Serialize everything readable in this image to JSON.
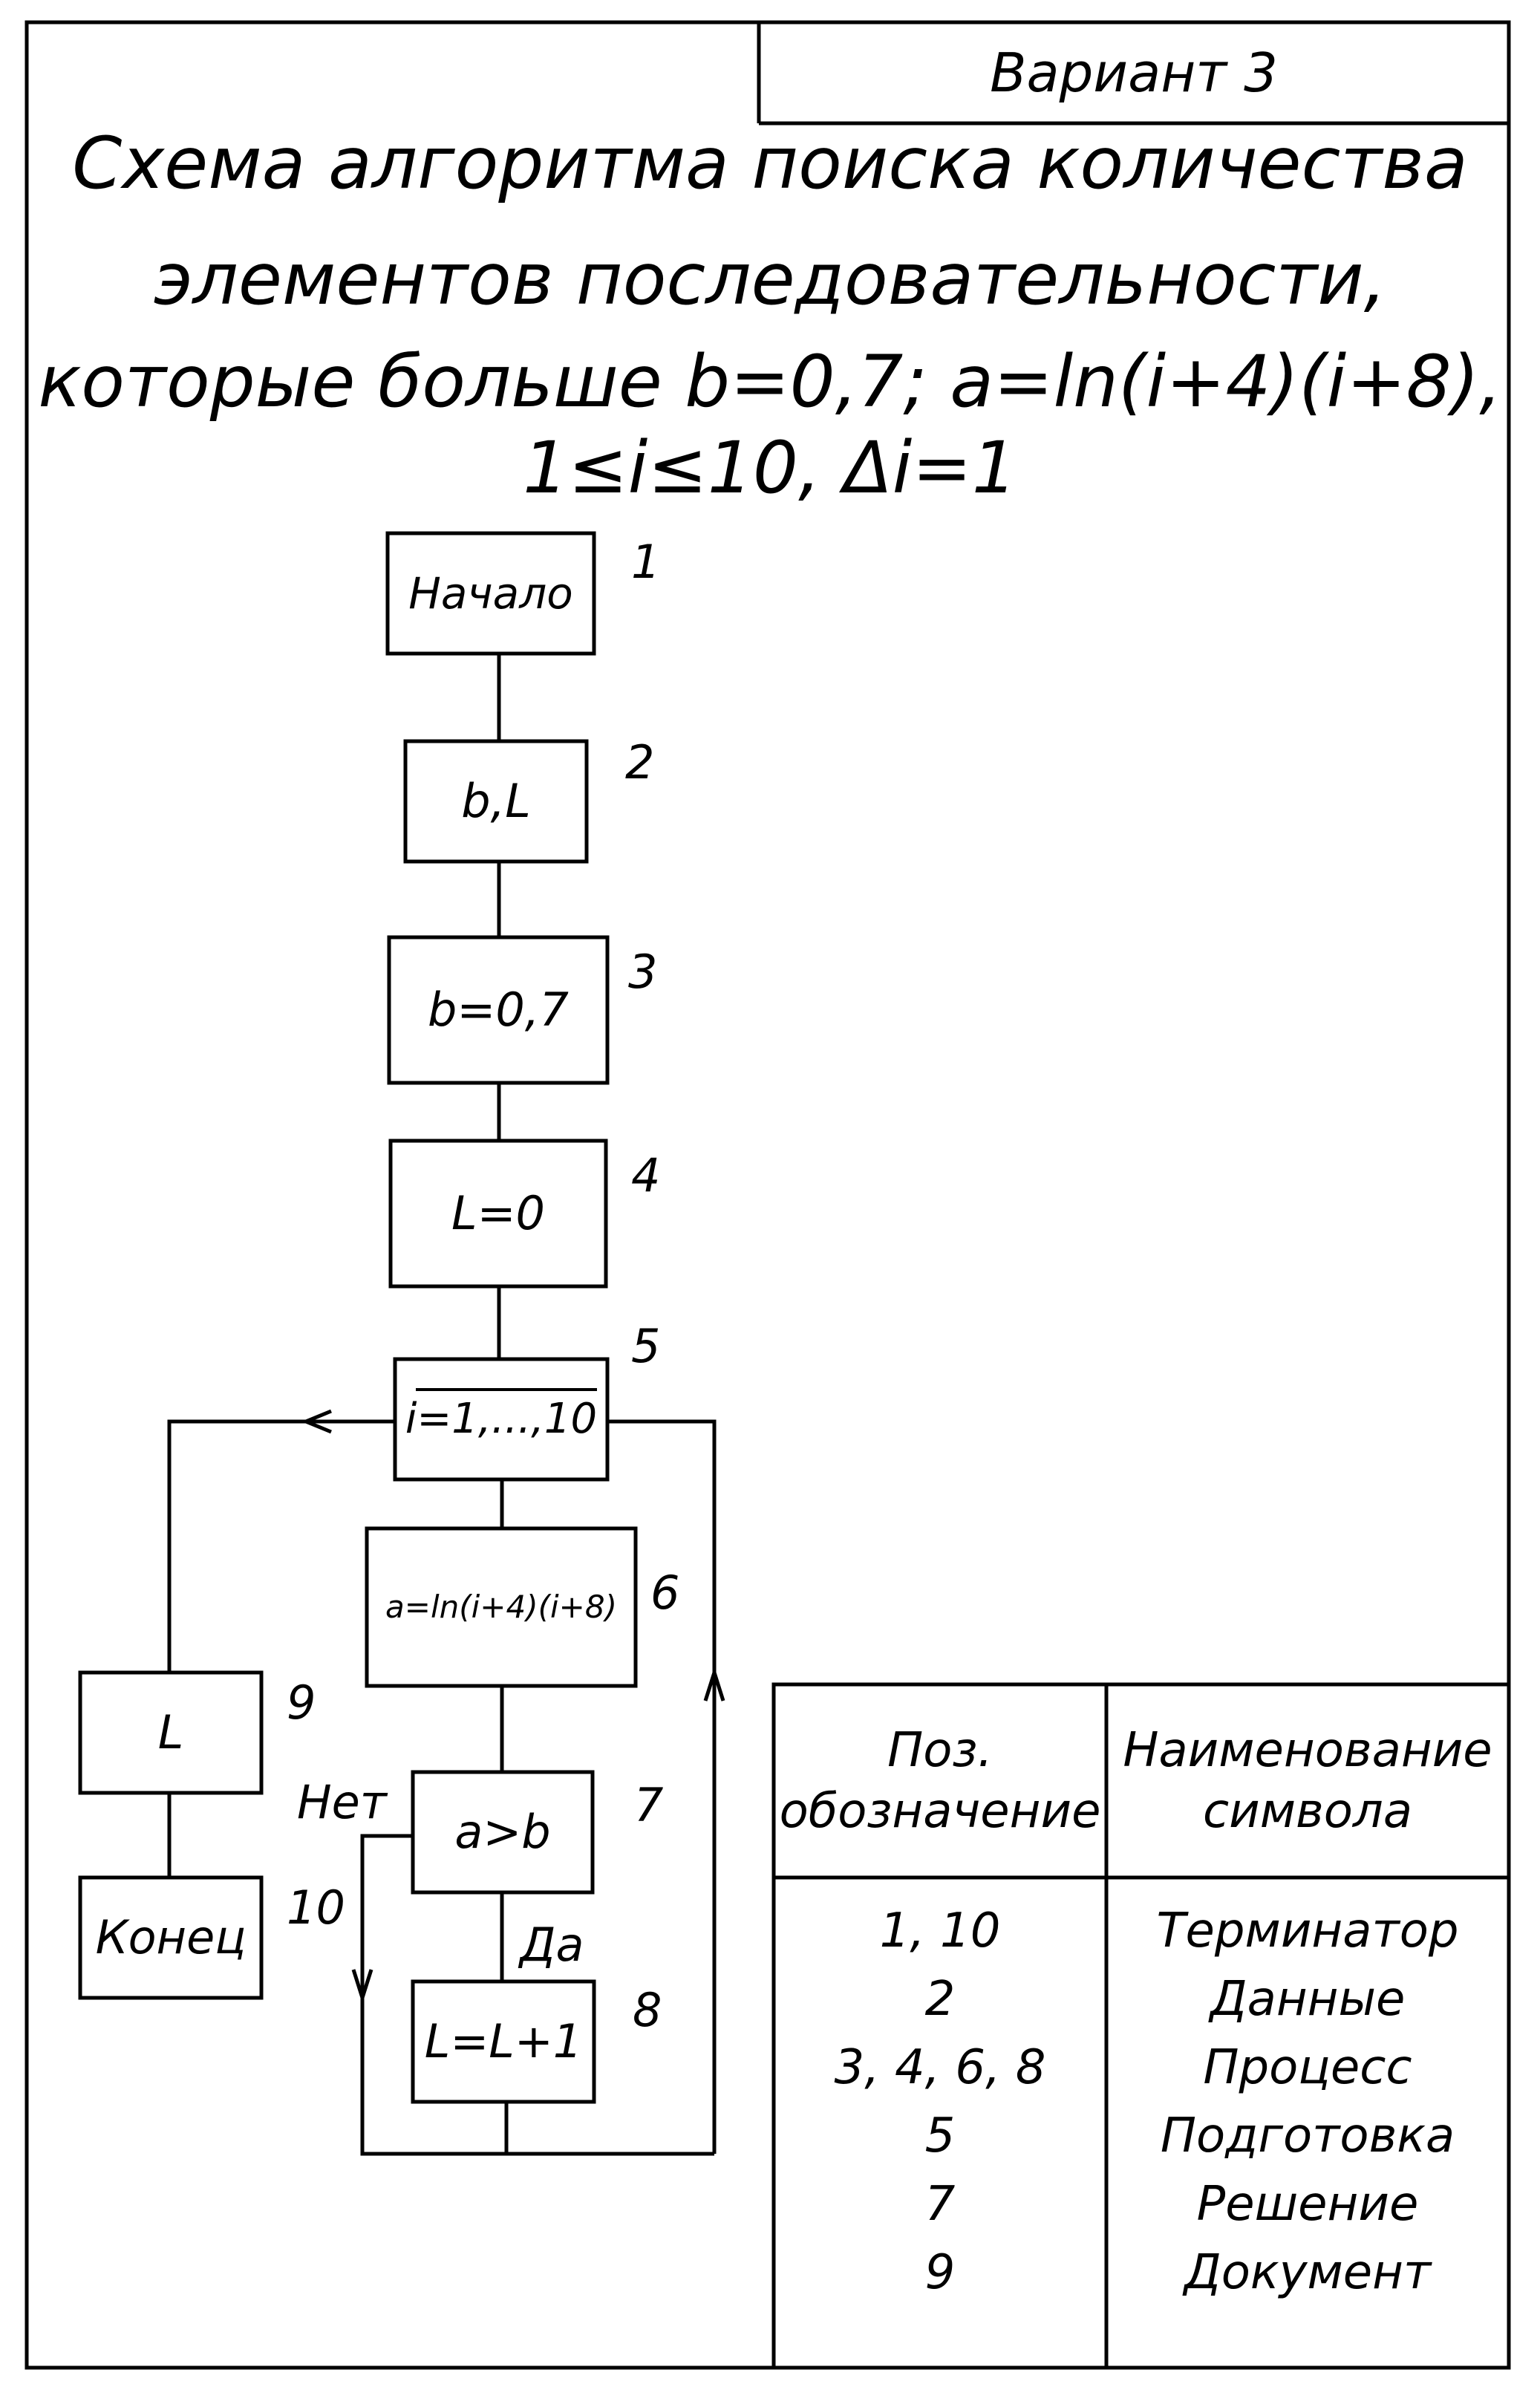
{
  "variant": "Вариант 3",
  "title": [
    "Схема алгоритма поиска количества",
    "элементов последовательности,",
    "которые больше b=0,7; a=ln(i+4)(i+8),",
    "1≤i≤10,  Δi=1"
  ],
  "flowchart": {
    "blocks": [
      {
        "id": "1",
        "text": "Начало"
      },
      {
        "id": "2",
        "text": "b,L"
      },
      {
        "id": "3",
        "text": "b=0,7"
      },
      {
        "id": "4",
        "text": "L=0"
      },
      {
        "id": "5",
        "text": "i=1,...,10"
      },
      {
        "id": "6",
        "text": "a=ln(i+4)(i+8)"
      },
      {
        "id": "7",
        "text": "a>b"
      },
      {
        "id": "8",
        "text": "L=L+1"
      },
      {
        "id": "9",
        "text": "L"
      },
      {
        "id": "10",
        "text": "Конец"
      }
    ],
    "branch_no": "Нет",
    "branch_yes": "Да"
  },
  "legend_table": {
    "headers": [
      "Поз. обозначение",
      "Наименование символа"
    ],
    "header_lines": [
      [
        "Поз.",
        "обозначение"
      ],
      [
        "Наименование",
        "символа"
      ]
    ],
    "rows": [
      {
        "pos": "1,  10",
        "name": "Терминатор"
      },
      {
        "pos": "2",
        "name": "Данные"
      },
      {
        "pos": "3,  4,  6,  8",
        "name": "Процесс"
      },
      {
        "pos": "5",
        "name": "Подготовка"
      },
      {
        "pos": "7",
        "name": "Решение"
      },
      {
        "pos": "9",
        "name": "Документ"
      }
    ]
  }
}
